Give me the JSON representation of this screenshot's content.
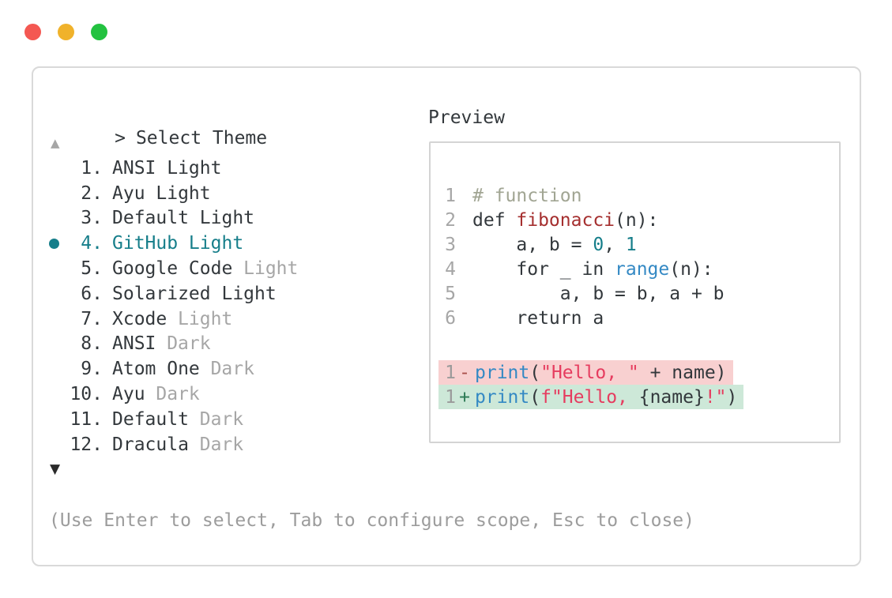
{
  "window": {
    "traffic_lights": [
      {
        "name": "close-button",
        "color": "#f45852"
      },
      {
        "name": "minimize-button",
        "color": "#f0b22b"
      },
      {
        "name": "zoom-button",
        "color": "#23c240"
      }
    ]
  },
  "theme_picker": {
    "prompt_symbol": ">",
    "title": "Select Theme",
    "scroll_up_indicator": "▲",
    "scroll_down_indicator": "▼",
    "selected_number": 4,
    "items": [
      {
        "number": "1.",
        "name": "ANSI Light",
        "variant": "",
        "selected": false
      },
      {
        "number": "2.",
        "name": "Ayu Light",
        "variant": "",
        "selected": false
      },
      {
        "number": "3.",
        "name": "Default Light",
        "variant": "",
        "selected": false
      },
      {
        "number": "4.",
        "name": "GitHub Light",
        "variant": "",
        "selected": true
      },
      {
        "number": "5.",
        "name": "Google Code",
        "variant": "Light",
        "selected": false
      },
      {
        "number": "6.",
        "name": "Solarized Light",
        "variant": "",
        "selected": false
      },
      {
        "number": "7.",
        "name": "Xcode",
        "variant": "Light",
        "selected": false
      },
      {
        "number": "8.",
        "name": "ANSI",
        "variant": "Dark",
        "selected": false
      },
      {
        "number": "9.",
        "name": "Atom One",
        "variant": "Dark",
        "selected": false
      },
      {
        "number": "10.",
        "name": "Ayu",
        "variant": "Dark",
        "selected": false
      },
      {
        "number": "11.",
        "name": "Default",
        "variant": "Dark",
        "selected": false
      },
      {
        "number": "12.",
        "name": "Dracula",
        "variant": "Dark",
        "selected": false
      }
    ],
    "hint": "(Use Enter to select, Tab to configure scope, Esc to close)"
  },
  "preview": {
    "label": "Preview",
    "code_lines": [
      {
        "number": "1",
        "tokens": [
          {
            "text": "# function",
            "style": "comment"
          }
        ]
      },
      {
        "number": "2",
        "tokens": [
          {
            "text": "def ",
            "style": "plain"
          },
          {
            "text": "fibonacci",
            "style": "function"
          },
          {
            "text": "(n):",
            "style": "plain"
          }
        ]
      },
      {
        "number": "3",
        "tokens": [
          {
            "text": "    a, b = ",
            "style": "plain"
          },
          {
            "text": "0",
            "style": "number"
          },
          {
            "text": ", ",
            "style": "plain"
          },
          {
            "text": "1",
            "style": "number"
          }
        ]
      },
      {
        "number": "4",
        "tokens": [
          {
            "text": "    for _ in ",
            "style": "plain"
          },
          {
            "text": "range",
            "style": "builtin"
          },
          {
            "text": "(n):",
            "style": "plain"
          }
        ]
      },
      {
        "number": "5",
        "tokens": [
          {
            "text": "        a, b = b, a + b",
            "style": "plain"
          }
        ]
      },
      {
        "number": "6",
        "tokens": [
          {
            "text": "    return a",
            "style": "plain"
          }
        ]
      }
    ],
    "diff_lines": [
      {
        "number": "1",
        "sign": "-",
        "type": "removed",
        "tokens": [
          {
            "text": "print",
            "style": "builtin"
          },
          {
            "text": "(",
            "style": "plain"
          },
          {
            "text": "\"Hello, \"",
            "style": "string"
          },
          {
            "text": " + name)",
            "style": "plain"
          }
        ]
      },
      {
        "number": "1",
        "sign": "+",
        "type": "added",
        "tokens": [
          {
            "text": "print",
            "style": "builtin"
          },
          {
            "text": "(",
            "style": "plain"
          },
          {
            "text": "f\"Hello, ",
            "style": "string"
          },
          {
            "text": "{name}",
            "style": "plain"
          },
          {
            "text": "!\"",
            "style": "string"
          },
          {
            "text": ")",
            "style": "plain"
          }
        ]
      }
    ]
  },
  "colors": {
    "accent_teal": "#167e8a",
    "text_dark": "#33383c",
    "text_muted": "#a6a6a6",
    "comment": "#a1a593",
    "function_name": "#a52f2f",
    "builtin": "#3489c4",
    "number_literal": "#167e8a",
    "string": "#e63c5f",
    "diff_removed_bg": "#f8d0d0",
    "diff_added_bg": "#cde8d8",
    "diff_minus": "#a94f4a",
    "diff_plus": "#2d7a55",
    "border": "#d9d9d9",
    "inner_border": "#d4d4d4"
  }
}
